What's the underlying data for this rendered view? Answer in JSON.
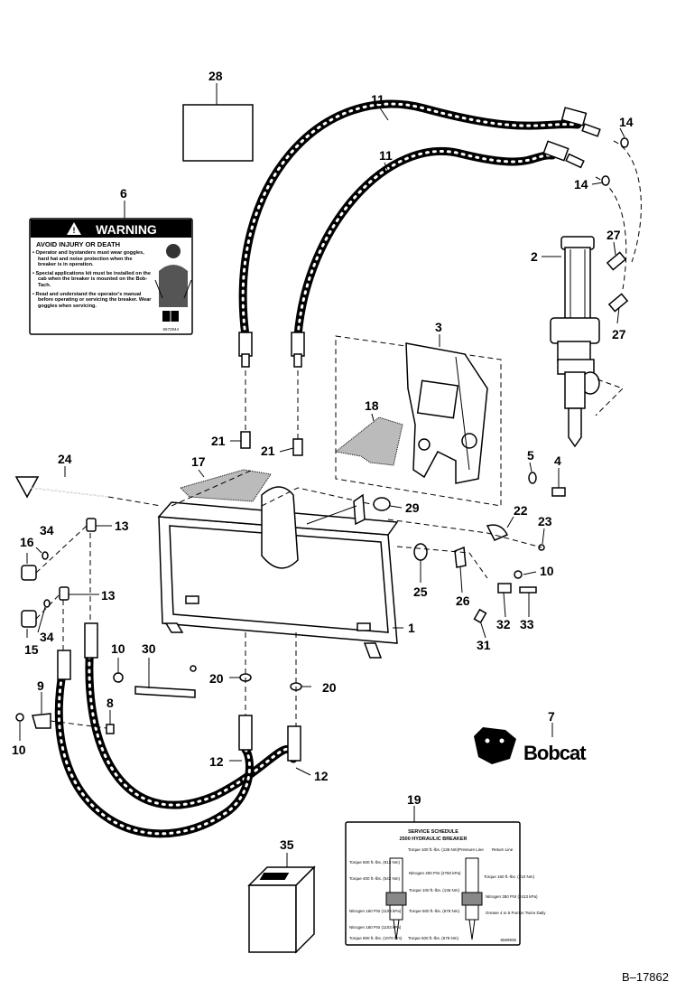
{
  "callouts": {
    "c1": "1",
    "c2": "2",
    "c3": "3",
    "c4": "4",
    "c5": "5",
    "c6": "6",
    "c7": "7",
    "c8": "8",
    "c9": "9",
    "c10a": "10",
    "c10b": "10",
    "c10c": "10",
    "c11a": "11",
    "c11b": "11",
    "c12a": "12",
    "c12b": "12",
    "c13a": "13",
    "c13b": "13",
    "c14a": "14",
    "c14b": "14",
    "c15": "15",
    "c16": "16",
    "c17": "17",
    "c18": "18",
    "c19": "19",
    "c20a": "20",
    "c20b": "20",
    "c21a": "21",
    "c21b": "21",
    "c22": "22",
    "c23": "23",
    "c24": "24",
    "c25": "25",
    "c26": "26",
    "c27a": "27",
    "c27b": "27",
    "c28": "28",
    "c29": "29",
    "c30": "30",
    "c31": "31",
    "c32": "32",
    "c33": "33",
    "c34a": "34",
    "c34b": "34",
    "c35": "35"
  },
  "warning_decal": {
    "heading": "WARNING",
    "subheading": "AVOID INJURY OR DEATH",
    "bullets": [
      "Operator and bystanders must wear goggles, hard hat and noise protection when the breaker is in operation.",
      "Special applications kit must be installed on the cab when the breaker is mounted on the Bob-Tach.",
      "Read and understand the operator's manual before operating or servicing the breaker. Wear goggles when servicing."
    ],
    "part_number": "6572944"
  },
  "brand_logo": "Bobcat",
  "service_decal": {
    "title_line1": "SERVICE SCHEDULE",
    "title_line2": "2500 HYDRAULIC BREAKER",
    "labels": {
      "torque_600": "Torque 600 ft.-lbs. (813 Nm)",
      "torque_100_left": "Torque 100 ft.-lbs. (136 Nm)",
      "pressure_line": "Pressure Line",
      "return_line": "Return Line",
      "torque_160": "Torque 160 ft.-lbs. (210 Nm)",
      "nitrogen_400": "Nitrogen 400 PSI (2760 kPa)",
      "torque_400": "Torque 400 ft.-lbs. (542 Nm)",
      "nitrogen_160": "Nitrogen 160 PSI (1103 kPa)",
      "torque_100_right": "Torque 100 ft.-lbs. (136 Nm)",
      "nitrogen_350": "Nitrogen 350 PSI (2413 kPa)",
      "nitrogen_160b": "Nitrogen 160 PSI (1103 kPa)",
      "torque_500": "Torque 500 ft.-lbs. (678 Nm)",
      "grease": "Grease 4 to 5 Pumps Twice Daily",
      "torque_800": "Torque 800 ft.-lbs. (1070 Nm)",
      "torque_500b": "Torque 500 ft.-lbs. (678 Nm)"
    },
    "part_number": "6569936"
  },
  "drawing_number": "B–17862"
}
